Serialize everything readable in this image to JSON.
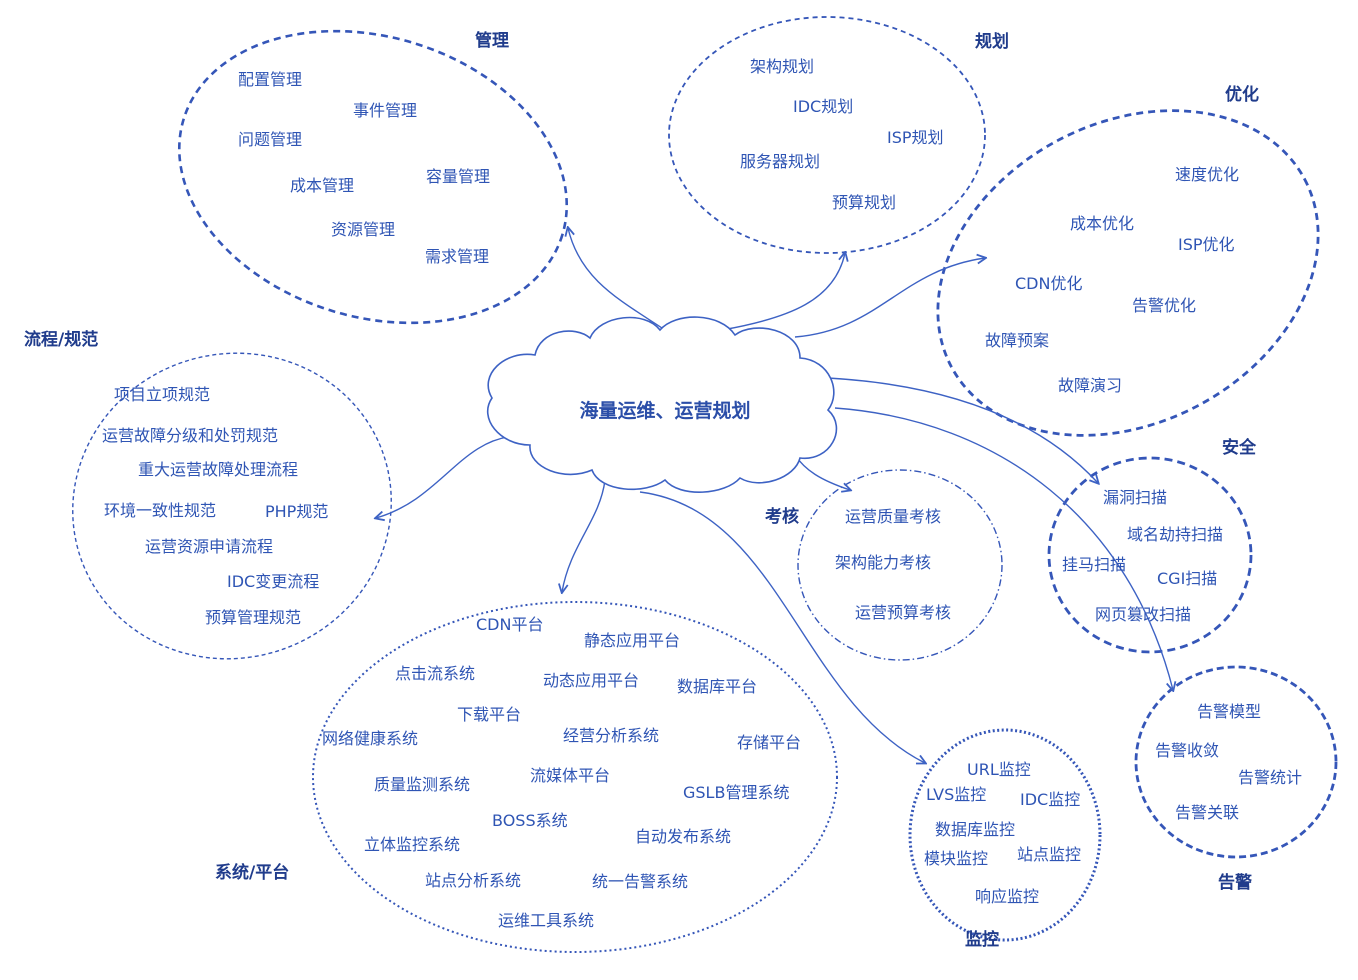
{
  "diagram": {
    "center": "海量运维、运营规划",
    "colors": {
      "ring": "#3556b8",
      "text": "#2f55b4",
      "title": "#203c8c"
    },
    "groups": {
      "management": {
        "title": "管理",
        "items": [
          "配置管理",
          "事件管理",
          "问题管理",
          "成本管理",
          "容量管理",
          "资源管理",
          "需求管理"
        ]
      },
      "planning": {
        "title": "规划",
        "items": [
          "架构规划",
          "IDC规划",
          "ISP规划",
          "服务器规划",
          "预算规划"
        ]
      },
      "optimization": {
        "title": "优化",
        "items": [
          "速度优化",
          "成本优化",
          "ISP优化",
          "CDN优化",
          "告警优化",
          "故障预案",
          "故障演习"
        ]
      },
      "process": {
        "title": "流程/规范",
        "items": [
          "项目立项规范",
          "运营故障分级和处罚规范",
          "重大运营故障处理流程",
          "环境一致性规范",
          "PHP规范",
          "运营资源申请流程",
          "IDC变更流程",
          "预算管理规范"
        ]
      },
      "assessment": {
        "title": "考核",
        "items": [
          "运营质量考核",
          "架构能力考核",
          "运营预算考核"
        ]
      },
      "security": {
        "title": "安全",
        "items": [
          "漏洞扫描",
          "域名劫持扫描",
          "挂马扫描",
          "CGI扫描",
          "网页篡改扫描"
        ]
      },
      "systems": {
        "title": "系统/平台",
        "items": [
          "CDN平台",
          "静态应用平台",
          "点击流系统",
          "动态应用平台",
          "数据库平台",
          "下载平台",
          "经营分析系统",
          "网络健康系统",
          "存储平台",
          "流媒体平台",
          "质量监测系统",
          "GSLB管理系统",
          "BOSS系统",
          "自动发布系统",
          "立体监控系统",
          "站点分析系统",
          "统一告警系统",
          "运维工具系统"
        ]
      },
      "monitoring": {
        "title": "监控",
        "items": [
          "URL监控",
          "LVS监控",
          "IDC监控",
          "数据库监控",
          "模块监控",
          "站点监控",
          "响应监控"
        ]
      },
      "alerts": {
        "title": "告警",
        "items": [
          "告警模型",
          "告警收敛",
          "告警统计",
          "告警关联"
        ]
      }
    }
  }
}
